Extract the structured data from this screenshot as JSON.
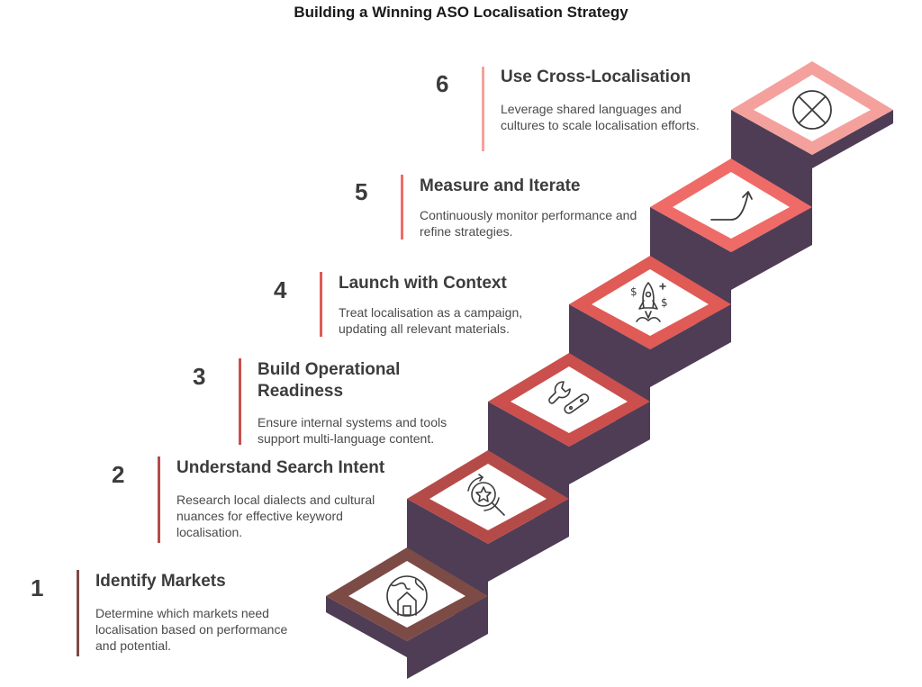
{
  "title": "Building a Winning ASO Localisation Strategy",
  "colors": {
    "riser": "#4f3d56",
    "step1": "#7d4b46",
    "step2": "#b54b49",
    "step3": "#ca4f4d",
    "step4": "#e05a56",
    "step5": "#ef6b67",
    "step6": "#f4a19d"
  },
  "steps": [
    {
      "number": "1",
      "heading": "Identify Markets",
      "description": "Determine which markets need localisation based on performance and potential.",
      "icon": "globe-house-icon"
    },
    {
      "number": "2",
      "heading": "Understand Search Intent",
      "description": "Research local dialects and cultural nuances for effective keyword localisation.",
      "icon": "search-star-icon"
    },
    {
      "number": "3",
      "heading": "Build Operational Readiness",
      "description": "Ensure internal systems and tools support multi-language content.",
      "icon": "tools-icon"
    },
    {
      "number": "4",
      "heading": "Launch with Context",
      "description": "Treat localisation as a campaign, updating all relevant materials.",
      "icon": "rocket-icon"
    },
    {
      "number": "5",
      "heading": "Measure and Iterate",
      "description": "Continuously monitor performance and refine strategies.",
      "icon": "growth-arrow-icon"
    },
    {
      "number": "6",
      "heading": "Use Cross-Localisation",
      "description": "Leverage shared languages and cultures to scale localisation efforts.",
      "icon": "cross-circle-icon"
    }
  ]
}
